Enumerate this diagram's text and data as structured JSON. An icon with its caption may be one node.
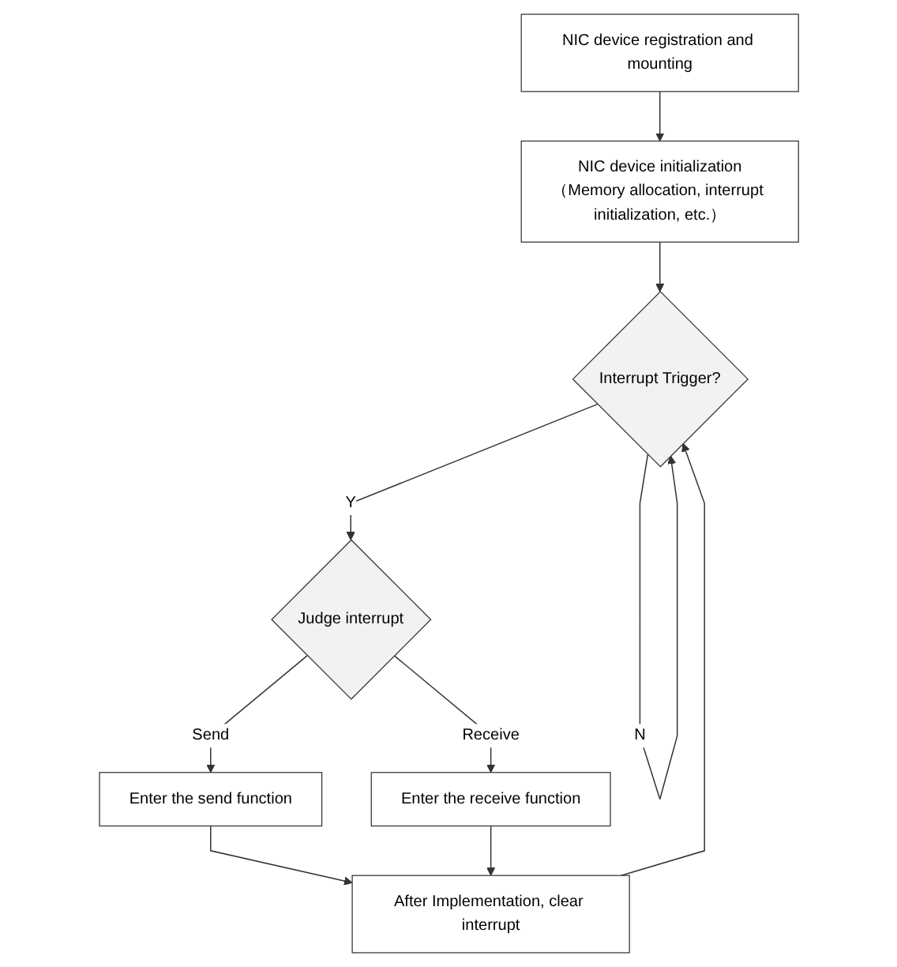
{
  "diagram": {
    "nodes": [
      {
        "text": [
          "NIC device registration and mounting"
        ]
      },
      {
        "text": [
          "NIC device initialization（Memory allocation, interrupt initialization, etc.）"
        ]
      },
      {
        "text": [
          "Interrupt Trigger?"
        ]
      },
      {
        "text": [
          "Judge interrupt"
        ]
      },
      {
        "text": [
          "Enter the send function"
        ]
      },
      {
        "text": [
          "Enter the receive function"
        ]
      },
      {
        "text": [
          "After Implementation, clear interrupt"
        ]
      }
    ],
    "edges": [
      {
        "from": 0,
        "to": 1,
        "arrow": "to"
      },
      {
        "from": 1,
        "to": 2,
        "arrow": "to"
      },
      {
        "from": 2,
        "to": 2,
        "arrow": "to",
        "label": "N"
      },
      {
        "from": 2,
        "to": 3,
        "arrow": "to",
        "label": "Y"
      },
      {
        "from": 3,
        "to": 4,
        "arrow": "to",
        "label": "Send"
      },
      {
        "from": 3,
        "to": 5,
        "arrow": "to",
        "label": "Receive"
      },
      {
        "from": 4,
        "to": 6,
        "arrow": "to"
      },
      {
        "from": 5,
        "to": 6,
        "arrow": "to"
      },
      {
        "from": 6,
        "to": 2,
        "arrow": "to"
      }
    ]
  }
}
